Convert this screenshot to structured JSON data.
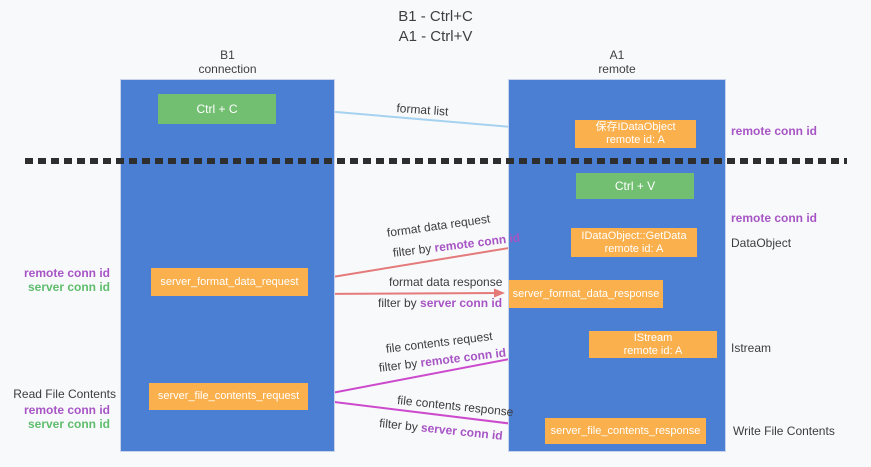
{
  "title": {
    "line1": "B1 - Ctrl+C",
    "line2": "A1 - Ctrl+V"
  },
  "columns": {
    "b1": {
      "name": "B1",
      "subtitle": "connection"
    },
    "a1": {
      "name": "A1",
      "subtitle": "remote"
    }
  },
  "boxes": {
    "ctrl_c": {
      "label": "Ctrl + C"
    },
    "save_idataobject": {
      "line1": "保存IDataObject",
      "line2": "remote id: A"
    },
    "ctrl_v": {
      "label": "Ctrl + V"
    },
    "getdata": {
      "line1": "IDataObject::GetData",
      "line2": "remote id: A"
    },
    "format_request": {
      "label": "server_format_data_request"
    },
    "format_response": {
      "label": "server_format_data_response"
    },
    "istream": {
      "line1": "IStream",
      "line2": "remote id: A"
    },
    "file_request": {
      "label": "server_file_contents_request"
    },
    "file_response": {
      "label": "server_file_contents_response"
    }
  },
  "arrow_labels": {
    "format_list": "format list",
    "format_data_request": {
      "line1": "format data request",
      "prefix": "filter by ",
      "key": "remote conn id"
    },
    "format_data_response": {
      "line1": "format data response",
      "prefix": "filter by ",
      "key": "server conn id"
    },
    "file_contents_request": {
      "line1": "file contents request",
      "prefix": "filter by ",
      "key": "remote conn id"
    },
    "file_contents_response": {
      "line1": "file contents response",
      "prefix": "filter by ",
      "key": "server conn id"
    }
  },
  "side_labels": {
    "left": {
      "remote_conn_id_1": "remote conn id",
      "server_conn_id_1": "server conn id",
      "read_file_contents": "Read File Contents",
      "remote_conn_id_2": "remote conn id",
      "server_conn_id_2": "server conn id"
    },
    "right": {
      "remote_conn_id_1": "remote conn id",
      "remote_conn_id_2": "remote conn id",
      "dataobject": "DataObject",
      "istream": "Istream",
      "write_file_contents": "Write File Contents"
    }
  },
  "colors": {
    "column_fill": "#4b7fd3",
    "box_orange": "#f9b04d",
    "box_green": "#72bf72",
    "arrow_blue": "#a5d2f0",
    "arrow_red": "#e57a7a",
    "arrow_magenta": "#cc4acc",
    "arrow_black": "#2b2b2b",
    "label_purple": "#a755c5",
    "label_green": "#5fbd6d"
  }
}
